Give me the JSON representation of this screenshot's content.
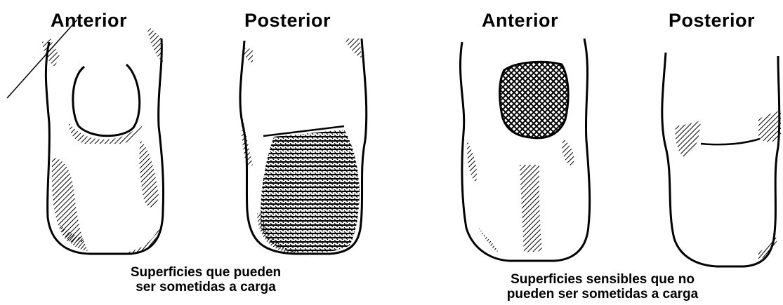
{
  "panels": [
    {
      "anterior_label": "Anterior",
      "posterior_label": "Posterior",
      "caption_line1": "Superficies que pueden",
      "caption_line2": "ser sometidas a carga"
    },
    {
      "anterior_label": "Anterior",
      "posterior_label": "Posterior",
      "caption_line1": "Superficies sensibles que no",
      "caption_line2": "pueden ser sometidas a carga"
    }
  ],
  "colors": {
    "ink": "#000000",
    "background": "#ffffff"
  }
}
